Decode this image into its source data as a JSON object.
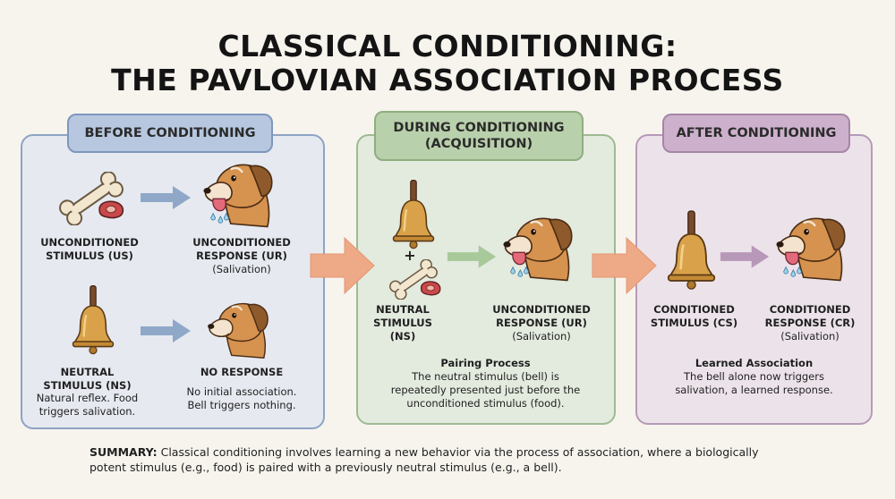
{
  "title": {
    "line1": "CLASSICAL CONDITIONING:",
    "line2": "THE PAVLOVIAN ASSOCIATION PROCESS"
  },
  "before": {
    "tab": "BEFORE CONDITIONING",
    "us_label_1": "UNCONDITIONED",
    "us_label_2": "STIMULUS (US)",
    "ur_label_1": "UNCONDITIONED",
    "ur_label_2": "RESPONSE (UR)",
    "ur_sub": "(Salivation)",
    "ns_label_1": "NEUTRAL",
    "ns_label_2": "STIMULUS (NS)",
    "ns_desc_1": "Natural reflex. Food",
    "ns_desc_2": "triggers salivation.",
    "nr_label": "NO RESPONSE",
    "nr_desc_1": "No initial association.",
    "nr_desc_2": "Bell triggers nothing."
  },
  "during": {
    "tab_1": "DURING CONDITIONING",
    "tab_2": "(ACQUISITION)",
    "plus": "+",
    "ns_label_1": "NEUTRAL",
    "ns_label_2": "STIMULUS",
    "ns_label_3": "(NS)",
    "ur_label_1": "UNCONDITIONED",
    "ur_label_2": "RESPONSE (UR)",
    "ur_sub": "(Salivation)",
    "process_title": "Pairing Process",
    "process_1": "The neutral stimulus (bell) is",
    "process_2": "repeatedly presented just before the",
    "process_3": "unconditioned stimulus (food)."
  },
  "after": {
    "tab": "AFTER CONDITIONING",
    "cs_label_1": "CONDITIONED",
    "cs_label_2": "STIMULUS (CS)",
    "cr_label_1": "CONDITIONED",
    "cr_label_2": "RESPONSE (CR)",
    "cr_sub": "(Salivation)",
    "assoc_title": "Learned Association",
    "assoc_1": "The bell alone now triggers",
    "assoc_2": "salivation, a learned response."
  },
  "summary": {
    "label": "SUMMARY:",
    "text_1": " Classical conditioning involves learning a new behavior via the process of association, where a biologically",
    "text_2": "potent stimulus (e.g., food) is paired with a previously neutral stimulus (e.g., a bell)."
  },
  "colors": {
    "before_panel": "#e6e9f0",
    "during_panel": "#e3eade",
    "after_panel": "#ece3ea",
    "big_arrow": "#eea987",
    "bell": "#d9a24a",
    "dog_fur": "#d6924f"
  },
  "icons": [
    "bone-icon",
    "meat-icon",
    "bell-icon",
    "dog-icon",
    "arrow-icon",
    "saliva-drops-icon"
  ]
}
